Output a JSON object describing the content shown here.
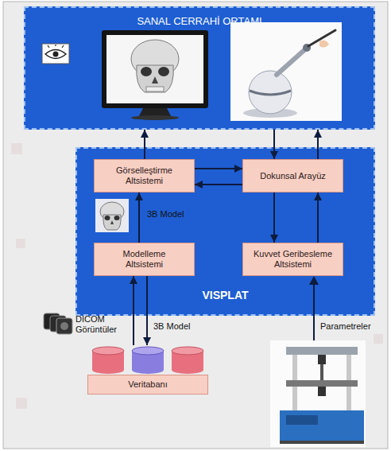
{
  "diagram": {
    "nodes": [
      {
        "text": [
          "SANAL CERRAHİ ORTAMI"
        ]
      },
      {
        "text": [
          "VISPLAT"
        ]
      },
      {
        "text": [
          "Görselleştirme Altsistemi"
        ],
        "in": 1
      },
      {
        "text": [
          "Dokunsal Arayüz"
        ],
        "in": 1
      },
      {
        "text": [
          "Modelleme Altsistemi"
        ],
        "in": 1
      },
      {
        "text": [
          "Kuvvet Geribesleme Altsistemi"
        ],
        "in": 1
      },
      {
        "text": [
          "Veritabanı"
        ]
      }
    ],
    "edges": [
      {
        "from": 2,
        "to": 0,
        "arrow": "to"
      },
      {
        "from": 0,
        "to": 3,
        "arrow": "to"
      },
      {
        "from": 3,
        "to": 0,
        "arrow": "to"
      },
      {
        "from": 2,
        "to": 3,
        "arrow": "to"
      },
      {
        "from": 3,
        "to": 2,
        "arrow": "to"
      },
      {
        "from": 4,
        "to": 2,
        "arrow": "to"
      },
      {
        "from": 3,
        "to": 5,
        "arrow": "to"
      },
      {
        "from": 5,
        "to": 3,
        "arrow": "to"
      },
      {
        "from": 6,
        "to": 4,
        "arrow": "to"
      },
      {
        "from": 4,
        "to": 6,
        "arrow": "to"
      }
    ],
    "labels": [
      "3B Model",
      "DICOM Görüntüler",
      "3B Model",
      "Parametreler"
    ]
  }
}
